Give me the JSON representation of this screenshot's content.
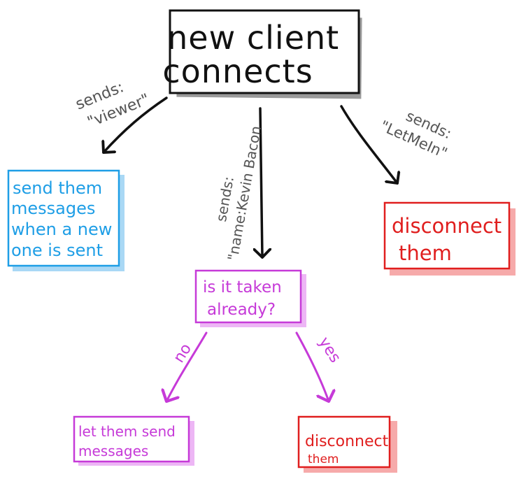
{
  "diagram": {
    "root": {
      "lines": [
        "new client",
        "connects"
      ]
    },
    "edges": {
      "viewer": {
        "lines": [
          "sends:",
          "\"viewer\""
        ]
      },
      "name": {
        "lines": [
          "sends:",
          "\"name:Kevin Bacon"
        ]
      },
      "letmein": {
        "lines": [
          "sends:",
          "\"LetMeIn\""
        ]
      },
      "no": {
        "label": "no"
      },
      "yes": {
        "label": "yes"
      }
    },
    "nodes": {
      "viewer_result": {
        "lines": [
          "send them",
          "messages",
          "when a new",
          "one is sent"
        ]
      },
      "letmein_result": {
        "lines": [
          "disconnect",
          "them"
        ]
      },
      "taken_question": {
        "lines": [
          "is it taken",
          "already?"
        ]
      },
      "no_result": {
        "lines": [
          "let them send",
          "messages"
        ]
      },
      "yes_result": {
        "lines": [
          "disconnect",
          "them"
        ]
      }
    }
  },
  "colors": {
    "ink": "#111111",
    "shadow_gray": "#9a9a9a",
    "blue": "#1e9ee6",
    "blue_shadow": "#a9d8f5",
    "red": "#e01e1e",
    "red_shadow": "#f6aaaa",
    "purple": "#c63ad8",
    "purple_shadow": "#edb6f5",
    "label_gray": "#555555"
  }
}
